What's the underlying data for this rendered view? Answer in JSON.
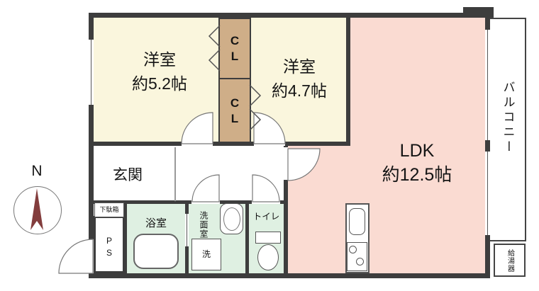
{
  "compass": {
    "north_label": "N"
  },
  "rooms": {
    "bedroom1": {
      "name": "洋室",
      "area": "約5.2帖"
    },
    "bedroom2": {
      "name": "洋室",
      "area": "約4.7帖"
    },
    "ldk": {
      "name": "LDK",
      "area": "約12.5帖"
    },
    "entrance": {
      "label": "玄関"
    },
    "shoe_cabinet": {
      "label": "下駄箱"
    },
    "pipe_space": {
      "label": "PS"
    },
    "bathroom": {
      "label": "浴室"
    },
    "washroom": {
      "label": "洗面室"
    },
    "washing_machine": {
      "label": "洗"
    },
    "toilet": {
      "label": "トイレ"
    },
    "closet_upper": {
      "label": "CL"
    },
    "closet_lower": {
      "label": "CL"
    },
    "balcony": {
      "label": "バルコニー"
    },
    "water_heater": {
      "label": "給湯器"
    }
  },
  "colors": {
    "wall": "#3d3d3d",
    "bedroom_fill": "#faf6dd",
    "ldk_fill": "#fadbd2",
    "wet_fill": "#dff0e2",
    "closet_fill": "#cfae88",
    "compass_arrow": "#833d3d",
    "line": "#777777"
  }
}
